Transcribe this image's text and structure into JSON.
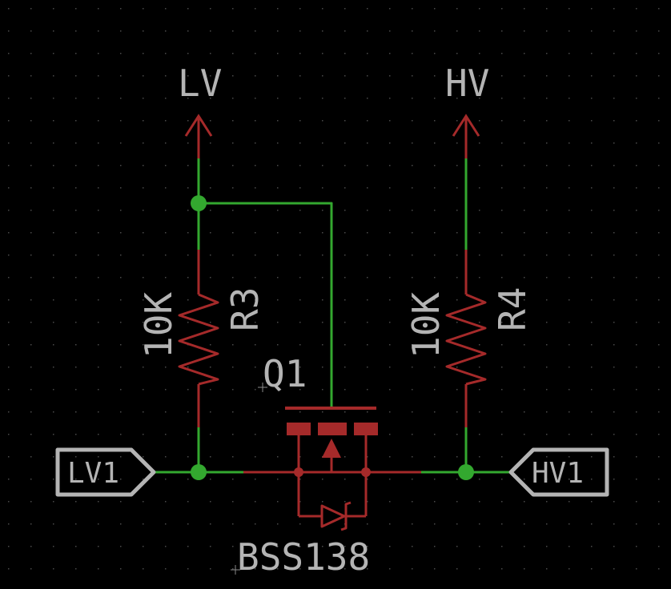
{
  "colors": {
    "background": "#000000",
    "grid_dot": "#4a4a4a",
    "net_wire": "#33a82f",
    "component": "#a52a2a",
    "label_text": "#b4b4b4",
    "port_outline": "#b4b4b4"
  },
  "supplies": {
    "low": "LV",
    "high": "HV"
  },
  "resistors": [
    {
      "name": "R3",
      "value": "10K"
    },
    {
      "name": "R4",
      "value": "10K"
    }
  ],
  "transistor": {
    "name": "Q1",
    "part": "BSS138"
  },
  "ports": {
    "low": "LV1",
    "high": "HV1"
  }
}
